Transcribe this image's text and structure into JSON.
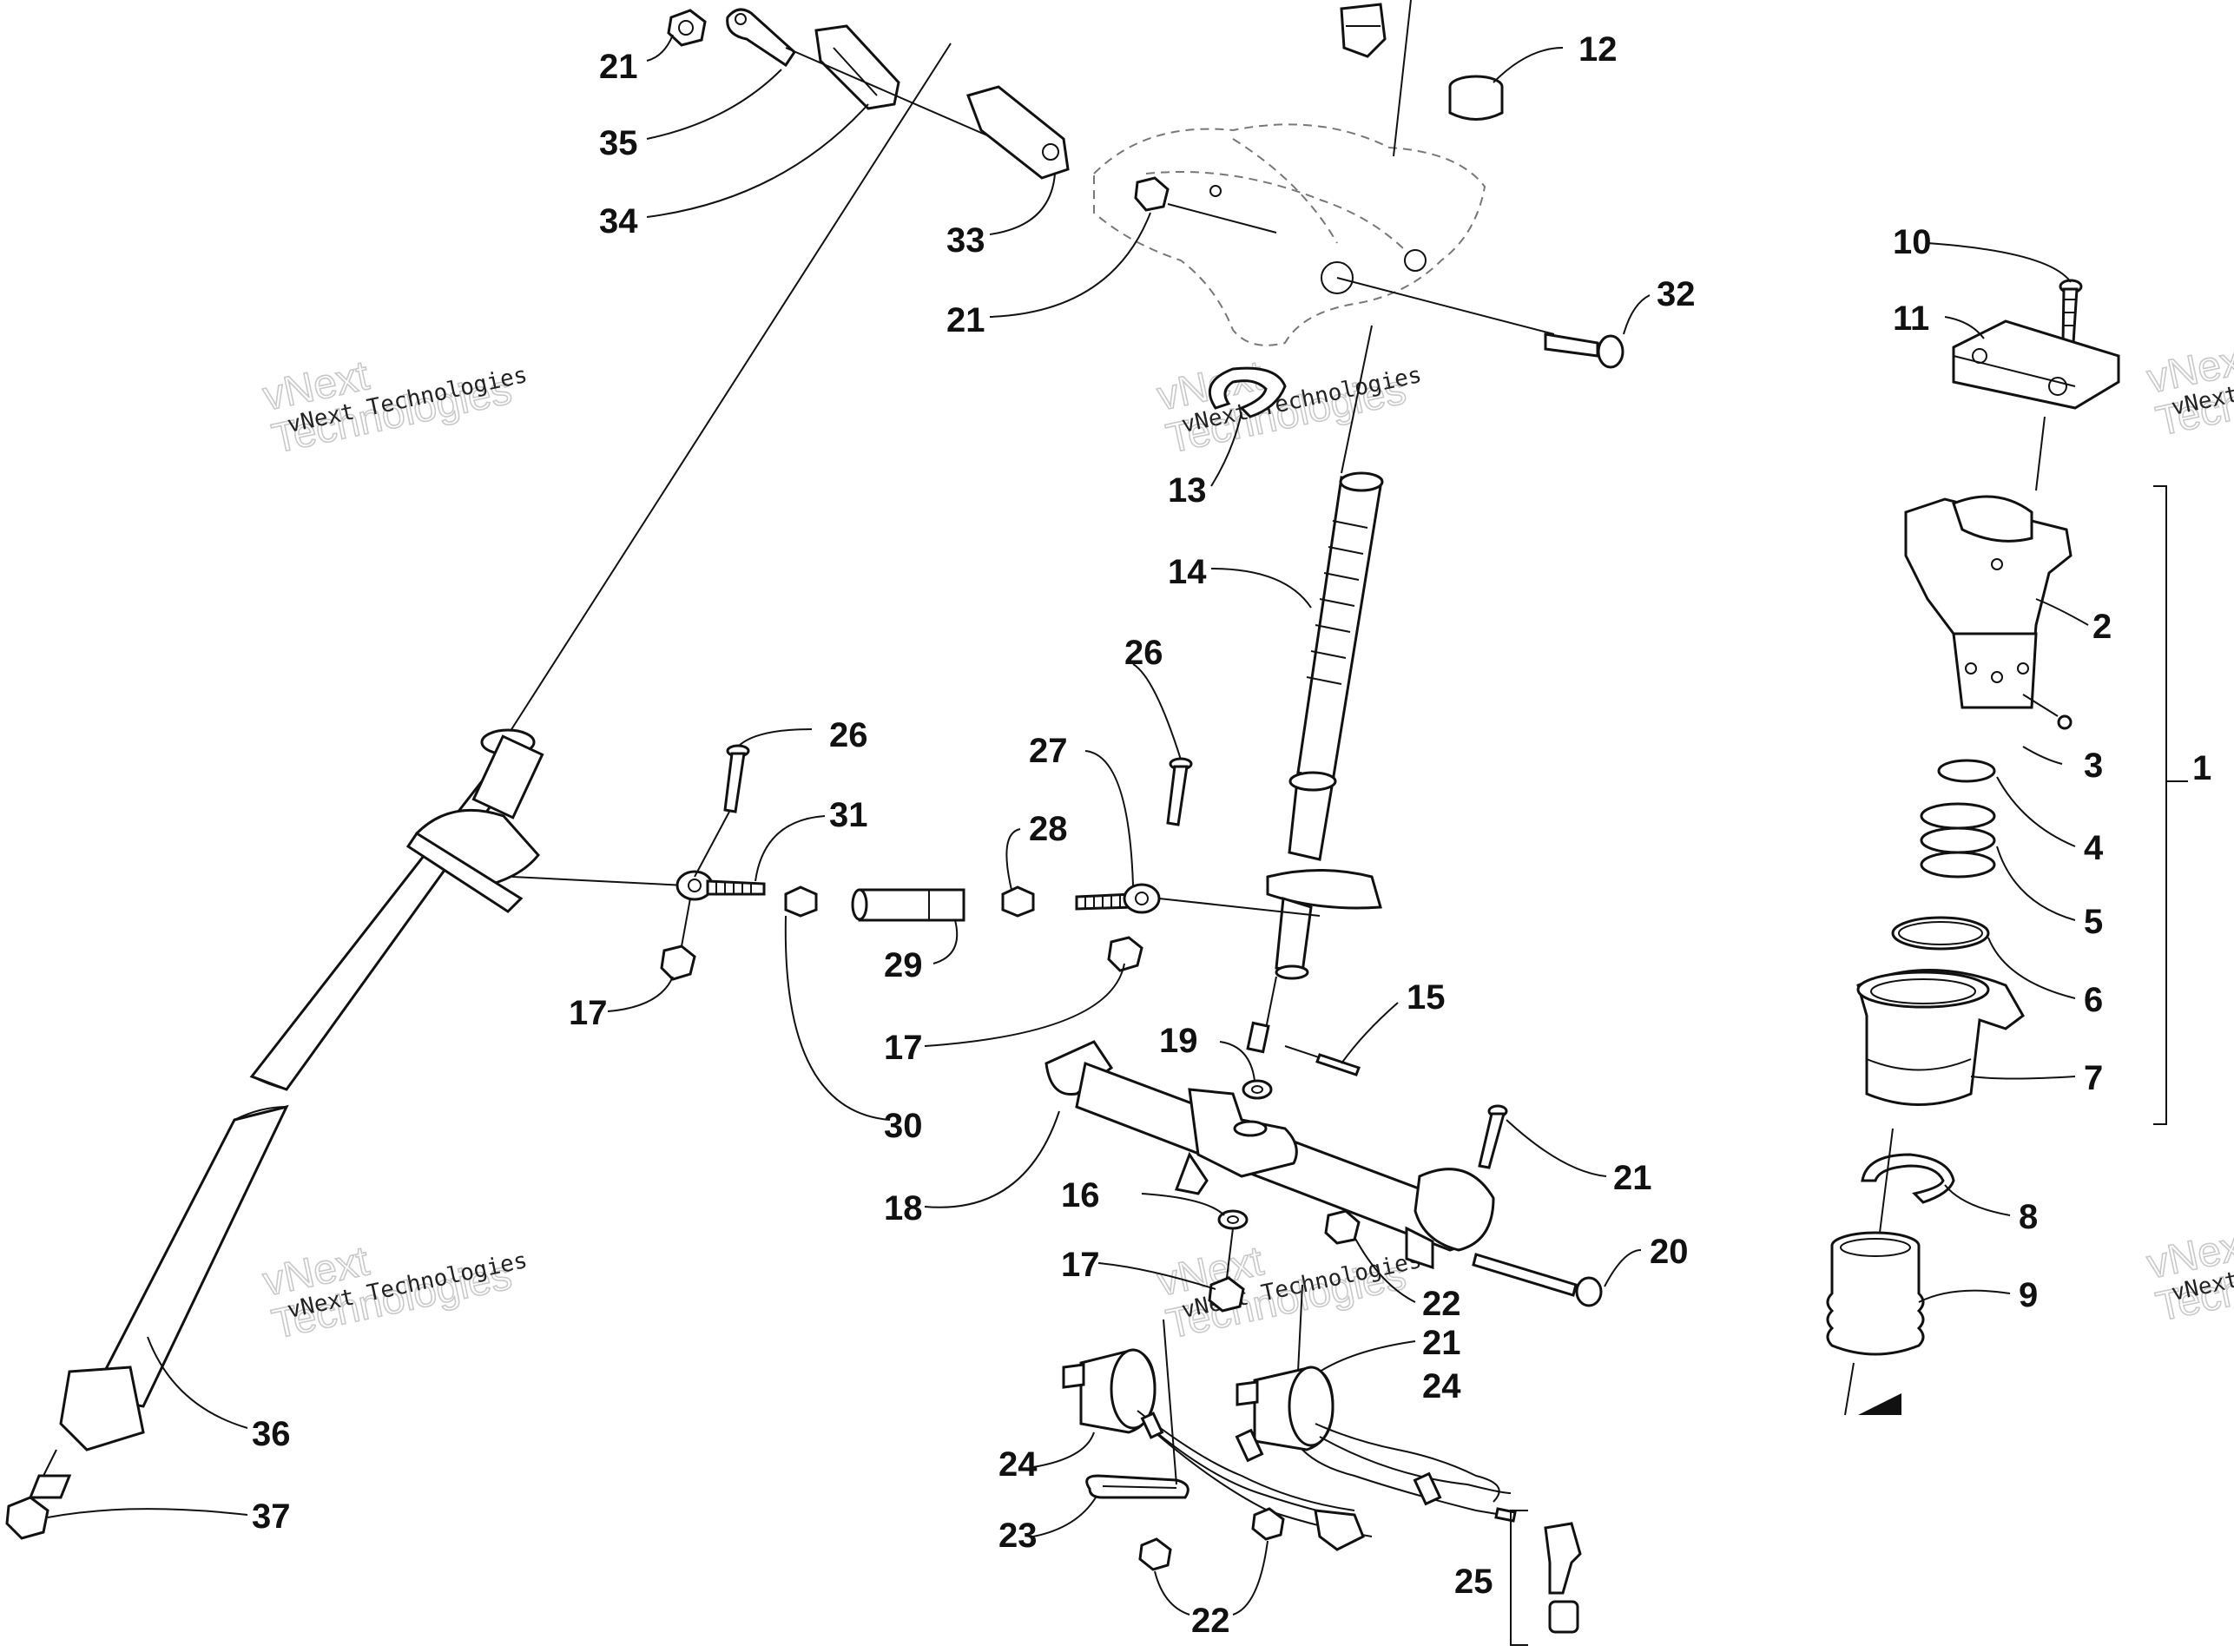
{
  "watermark": {
    "line1": "vNext Technologies",
    "line2": "vNext",
    "line3": "Technologies"
  },
  "callouts": [
    {
      "id": "c21a",
      "text": "21"
    },
    {
      "id": "c35",
      "text": "35"
    },
    {
      "id": "c34",
      "text": "34"
    },
    {
      "id": "c33",
      "text": "33"
    },
    {
      "id": "c21b",
      "text": "21"
    },
    {
      "id": "c12",
      "text": "12"
    },
    {
      "id": "c32",
      "text": "32"
    },
    {
      "id": "c13",
      "text": "13"
    },
    {
      "id": "c14",
      "text": "14"
    },
    {
      "id": "c26a",
      "text": "26"
    },
    {
      "id": "c26b",
      "text": "26"
    },
    {
      "id": "c27",
      "text": "27"
    },
    {
      "id": "c31",
      "text": "31"
    },
    {
      "id": "c28",
      "text": "28"
    },
    {
      "id": "c29",
      "text": "29"
    },
    {
      "id": "c17a",
      "text": "17"
    },
    {
      "id": "c17b",
      "text": "17"
    },
    {
      "id": "c30",
      "text": "30"
    },
    {
      "id": "c15",
      "text": "15"
    },
    {
      "id": "c19",
      "text": "19"
    },
    {
      "id": "c18",
      "text": "18"
    },
    {
      "id": "c16",
      "text": "16"
    },
    {
      "id": "c17c",
      "text": "17"
    },
    {
      "id": "c21c",
      "text": "21"
    },
    {
      "id": "c20",
      "text": "20"
    },
    {
      "id": "c22a",
      "text": "22"
    },
    {
      "id": "c21d",
      "text": "21"
    },
    {
      "id": "c24a",
      "text": "24"
    },
    {
      "id": "c24b",
      "text": "24"
    },
    {
      "id": "c23",
      "text": "23"
    },
    {
      "id": "c22b",
      "text": "22"
    },
    {
      "id": "c25",
      "text": "25"
    },
    {
      "id": "c36",
      "text": "36"
    },
    {
      "id": "c37",
      "text": "37"
    },
    {
      "id": "c10",
      "text": "10"
    },
    {
      "id": "c11",
      "text": "11"
    },
    {
      "id": "c2",
      "text": "2"
    },
    {
      "id": "c3",
      "text": "3"
    },
    {
      "id": "c1",
      "text": "1"
    },
    {
      "id": "c4",
      "text": "4"
    },
    {
      "id": "c5",
      "text": "5"
    },
    {
      "id": "c6",
      "text": "6"
    },
    {
      "id": "c7",
      "text": "7"
    },
    {
      "id": "c8",
      "text": "8"
    },
    {
      "id": "c9",
      "text": "9"
    }
  ]
}
